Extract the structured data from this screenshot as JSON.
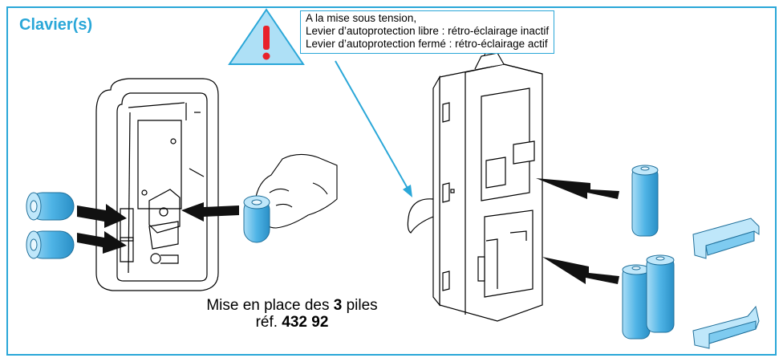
{
  "title": "Clavier(s)",
  "warning": {
    "icon": "warning-triangle-icon",
    "lines": [
      "A la mise sous tension,",
      "Levier d’autoprotection libre : rétro-éclairage inactif",
      "Levier d’autoprotection fermé : rétro-éclairage actif"
    ]
  },
  "caption": {
    "line1_text": "Mise en place des",
    "line1_num": "3",
    "line1_end": "piles",
    "line2_text": "réf.",
    "line2_ref": "432 92"
  },
  "colors": {
    "accent": "#2aa7d8",
    "battery": "#4fb4e6",
    "line": "#000000"
  }
}
